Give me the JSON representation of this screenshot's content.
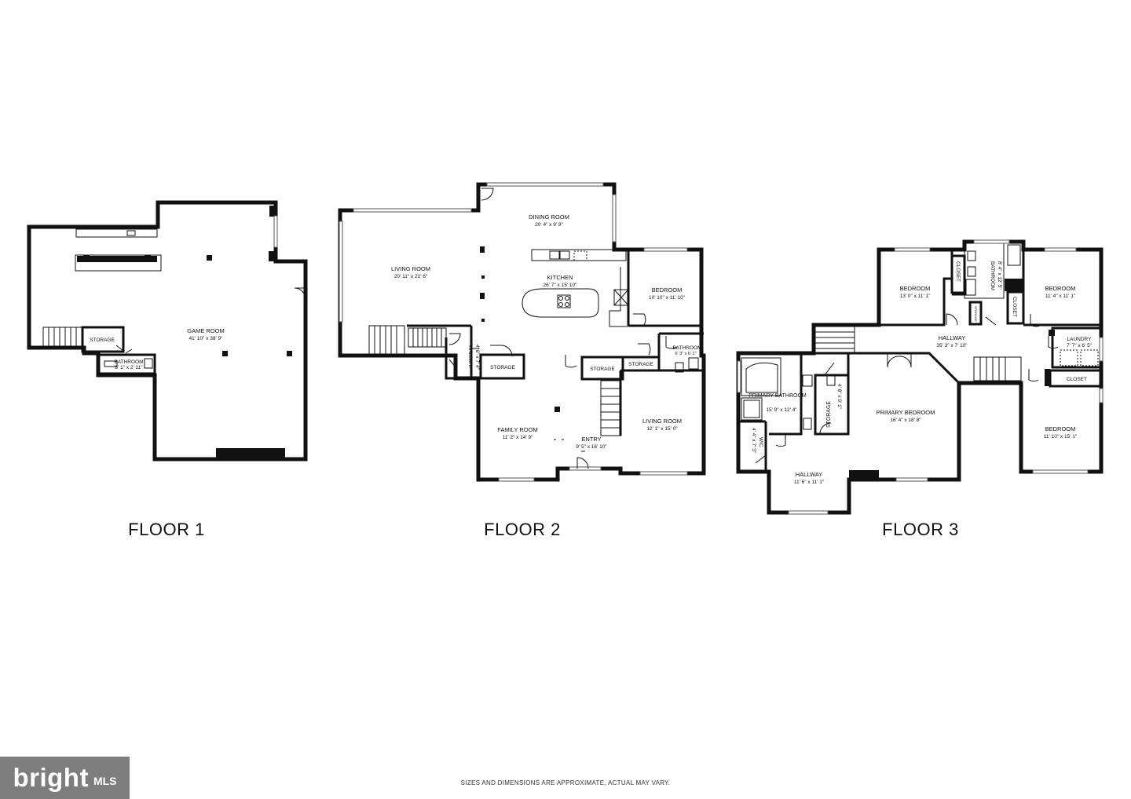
{
  "floors": [
    {
      "label": "FLOOR 1",
      "rooms": [
        {
          "name": "GAME ROOM",
          "dims": "41' 10\" x 38' 9\""
        },
        {
          "name": "STORAGE",
          "dims": ""
        },
        {
          "name": "BATHROOM",
          "dims": "8' 1\" x 2' 11\""
        }
      ]
    },
    {
      "label": "FLOOR 2",
      "rooms": [
        {
          "name": "DINING ROOM",
          "dims": "20' 4\" x 9' 9\""
        },
        {
          "name": "LIVING ROOM",
          "dims": "20' 11\" x 21' 6\""
        },
        {
          "name": "KITCHEN",
          "dims": "26' 7\" x 15' 10\""
        },
        {
          "name": "BEDROOM",
          "dims": "10' 10\" x 11' 10\""
        },
        {
          "name": "BATHROOM",
          "dims": "6' 3\" x 6' 1\""
        },
        {
          "name": "HALLWAY",
          "dims": "4' 6\" x 7' 4\""
        },
        {
          "name": "STORAGE",
          "dims": ""
        },
        {
          "name": "STORAGE",
          "dims": ""
        },
        {
          "name": "STORAGE",
          "dims": ""
        },
        {
          "name": "FAMILY ROOM",
          "dims": "11' 2\" x 14' 9\""
        },
        {
          "name": "ENTRY",
          "dims": "9' 5\" x 16' 10\""
        },
        {
          "name": "LIVING ROOM",
          "dims": "12' 1\" x 15' 0\""
        }
      ]
    },
    {
      "label": "FLOOR 3",
      "rooms": [
        {
          "name": "BEDROOM",
          "dims": "13' 0\" x 11' 1\""
        },
        {
          "name": "CLOSET",
          "dims": ""
        },
        {
          "name": "BATHROOM",
          "dims": "8' 4\" x 12' 5\""
        },
        {
          "name": "BEDROOM",
          "dims": "11' 4\" x 11' 1\""
        },
        {
          "name": "CLOSET",
          "dims": ""
        },
        {
          "name": "STORAGE",
          "dims": ""
        },
        {
          "name": "HALLWAY",
          "dims": "35' 3\" x 7' 10\""
        },
        {
          "name": "LAUNDRY",
          "dims": "7' 7\" x 6' 5\""
        },
        {
          "name": "CLOSET",
          "dims": ""
        },
        {
          "name": "PRIMARY BATHROOM",
          "dims": "15' 9\" x 12' 4\""
        },
        {
          "name": "STORAGE",
          "dims": "4' 8\" x 9' 1\""
        },
        {
          "name": "PRIMARY BEDROOM",
          "dims": "16' 4\" x 18' 8\""
        },
        {
          "name": "BEDROOM",
          "dims": "11' 10\" x 15' 1\""
        },
        {
          "name": "WIC",
          "dims": "4' 4\" x 7' 3\""
        },
        {
          "name": "HALLWAY",
          "dims": "11' 6\" x 11' 1\""
        }
      ]
    }
  ],
  "disclaimer": "SIZES AND DIMENSIONS ARE APPROXIMATE, ACTUAL MAY VARY.",
  "brand": {
    "main": "bright",
    "sub": "MLS"
  }
}
